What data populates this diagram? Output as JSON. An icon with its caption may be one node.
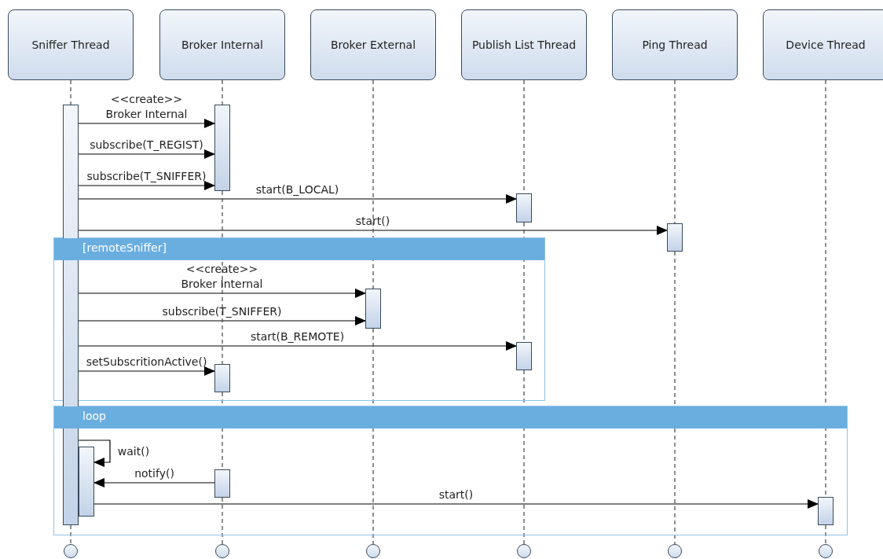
{
  "diagram": {
    "nodes": [
      {
        "text": [
          "Sniffer Thread"
        ]
      },
      {
        "text": [
          "Broker Internal"
        ]
      },
      {
        "text": [
          "Broker External"
        ]
      },
      {
        "text": [
          "Publish List Thread"
        ]
      },
      {
        "text": [
          "Ping Thread"
        ]
      },
      {
        "text": [
          "Device Thread"
        ]
      },
      {
        "text": [
          "[remoteSniffer]"
        ]
      },
      {
        "text": [
          "loop"
        ]
      },
      {
        "text": [],
        "shape": "bar"
      },
      {
        "text": [],
        "shape": "bar"
      },
      {
        "text": [],
        "shape": "bar"
      },
      {
        "text": [],
        "shape": "bar"
      },
      {
        "text": [],
        "shape": "bar",
        "in": 6
      },
      {
        "text": [],
        "shape": "bar",
        "in": 6
      },
      {
        "text": [],
        "shape": "bar",
        "in": 6
      },
      {
        "text": [],
        "shape": "bar",
        "in": 7
      },
      {
        "text": [],
        "shape": "bar",
        "in": 7
      },
      {
        "text": [],
        "shape": "bar",
        "in": 7
      },
      {
        "text": [],
        "shape": "circle"
      },
      {
        "text": [],
        "shape": "circle"
      },
      {
        "text": [],
        "shape": "circle"
      },
      {
        "text": [],
        "shape": "circle"
      },
      {
        "text": [],
        "shape": "circle"
      },
      {
        "text": [],
        "shape": "circle"
      }
    ],
    "edges": [
      {
        "from": 8,
        "to": 9,
        "arrow": "to",
        "label": "<<create>> Broker Internal"
      },
      {
        "from": 8,
        "to": 9,
        "arrow": "to",
        "label": "subscribe(T_REGIST)"
      },
      {
        "from": 8,
        "to": 9,
        "arrow": "to",
        "label": "subscribe(T_SNIFFER)"
      },
      {
        "from": 8,
        "to": 10,
        "arrow": "to",
        "label": "start(B_LOCAL)"
      },
      {
        "from": 8,
        "to": 11,
        "arrow": "to",
        "label": "start()"
      },
      {
        "from": 8,
        "to": 12,
        "arrow": "to",
        "label": "<<create>> Broker Internal"
      },
      {
        "from": 8,
        "to": 12,
        "arrow": "to",
        "label": "subscribe(T_SNIFFER)"
      },
      {
        "from": 8,
        "to": 13,
        "arrow": "to",
        "label": "start(B_REMOTE)"
      },
      {
        "from": 8,
        "to": 14,
        "arrow": "to",
        "label": "setSubscritionActive()"
      },
      {
        "from": 8,
        "to": 15,
        "arrow": "to",
        "label": "wait()"
      },
      {
        "from": 16,
        "to": 15,
        "arrow": "to",
        "label": "notify()"
      },
      {
        "from": 15,
        "to": 17,
        "arrow": "to",
        "label": "start()"
      },
      {
        "from": 0,
        "to": 8,
        "arrow": "none",
        "style": "dashed"
      },
      {
        "from": 8,
        "to": 18,
        "arrow": "none",
        "style": "dashed"
      },
      {
        "from": 1,
        "to": 9,
        "arrow": "none",
        "style": "dashed"
      },
      {
        "from": 9,
        "to": 14,
        "arrow": "none",
        "style": "dashed"
      },
      {
        "from": 14,
        "to": 16,
        "arrow": "none",
        "style": "dashed"
      },
      {
        "from": 16,
        "to": 19,
        "arrow": "none",
        "style": "dashed"
      },
      {
        "from": 2,
        "to": 12,
        "arrow": "none",
        "style": "dashed"
      },
      {
        "from": 12,
        "to": 20,
        "arrow": "none",
        "style": "dashed"
      },
      {
        "from": 3,
        "to": 10,
        "arrow": "none",
        "style": "dashed"
      },
      {
        "from": 10,
        "to": 13,
        "arrow": "none",
        "style": "dashed"
      },
      {
        "from": 13,
        "to": 21,
        "arrow": "none",
        "style": "dashed"
      },
      {
        "from": 4,
        "to": 11,
        "arrow": "none",
        "style": "dashed"
      },
      {
        "from": 11,
        "to": 22,
        "arrow": "none",
        "style": "dashed"
      },
      {
        "from": 5,
        "to": 17,
        "arrow": "none",
        "style": "dashed"
      },
      {
        "from": 17,
        "to": 23,
        "arrow": "none",
        "style": "dashed"
      }
    ]
  }
}
